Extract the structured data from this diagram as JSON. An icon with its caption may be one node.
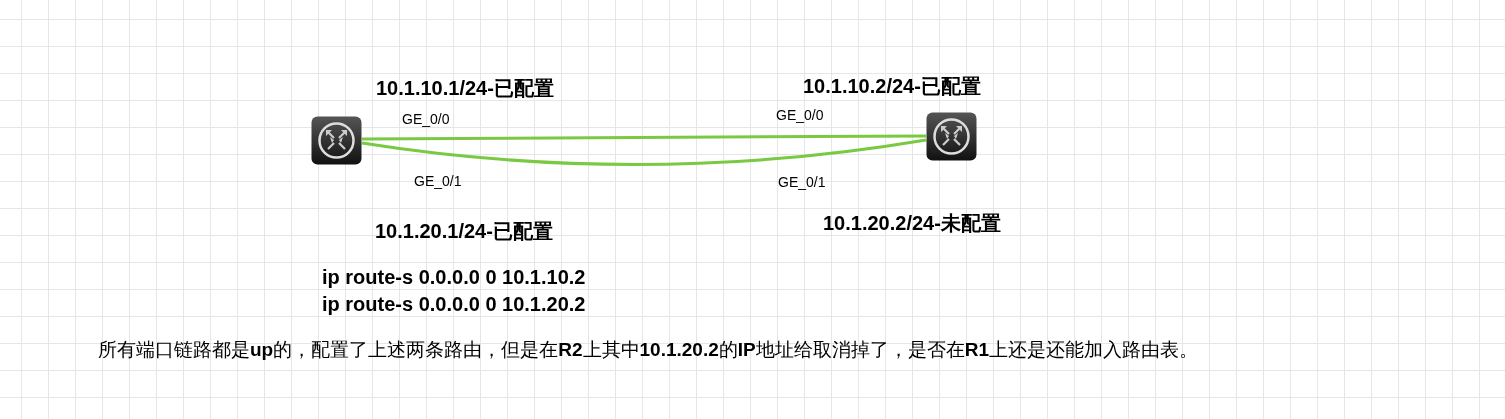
{
  "diagram": {
    "nodes": [
      {
        "text": [],
        "shape": "router"
      },
      {
        "text": [],
        "shape": "router"
      }
    ],
    "edges": [
      {
        "from": 0,
        "to": 1,
        "arrow": "none"
      },
      {
        "from": 0,
        "to": 1,
        "arrow": "none"
      }
    ],
    "labels": [
      "10.1.10.1/24-已配置",
      "10.1.10.2/24-已配置",
      "GE_0/0",
      "GE_0/0",
      "GE_0/1",
      "GE_0/1",
      "10.1.20.1/24-已配置",
      "10.1.20.2/24-未配置",
      "ip route-s 0.0.0.0 0 10.1.10.2",
      "ip route-s 0.0.0.0 0 10.1.20.2",
      "所有端口链路都是**up**的，配置了上述两条路由，但是在**R2**上其中**10.1.20.2**的**IP**地址给取消掉了，是否在**R1**上还是还能加入路由表。"
    ]
  }
}
